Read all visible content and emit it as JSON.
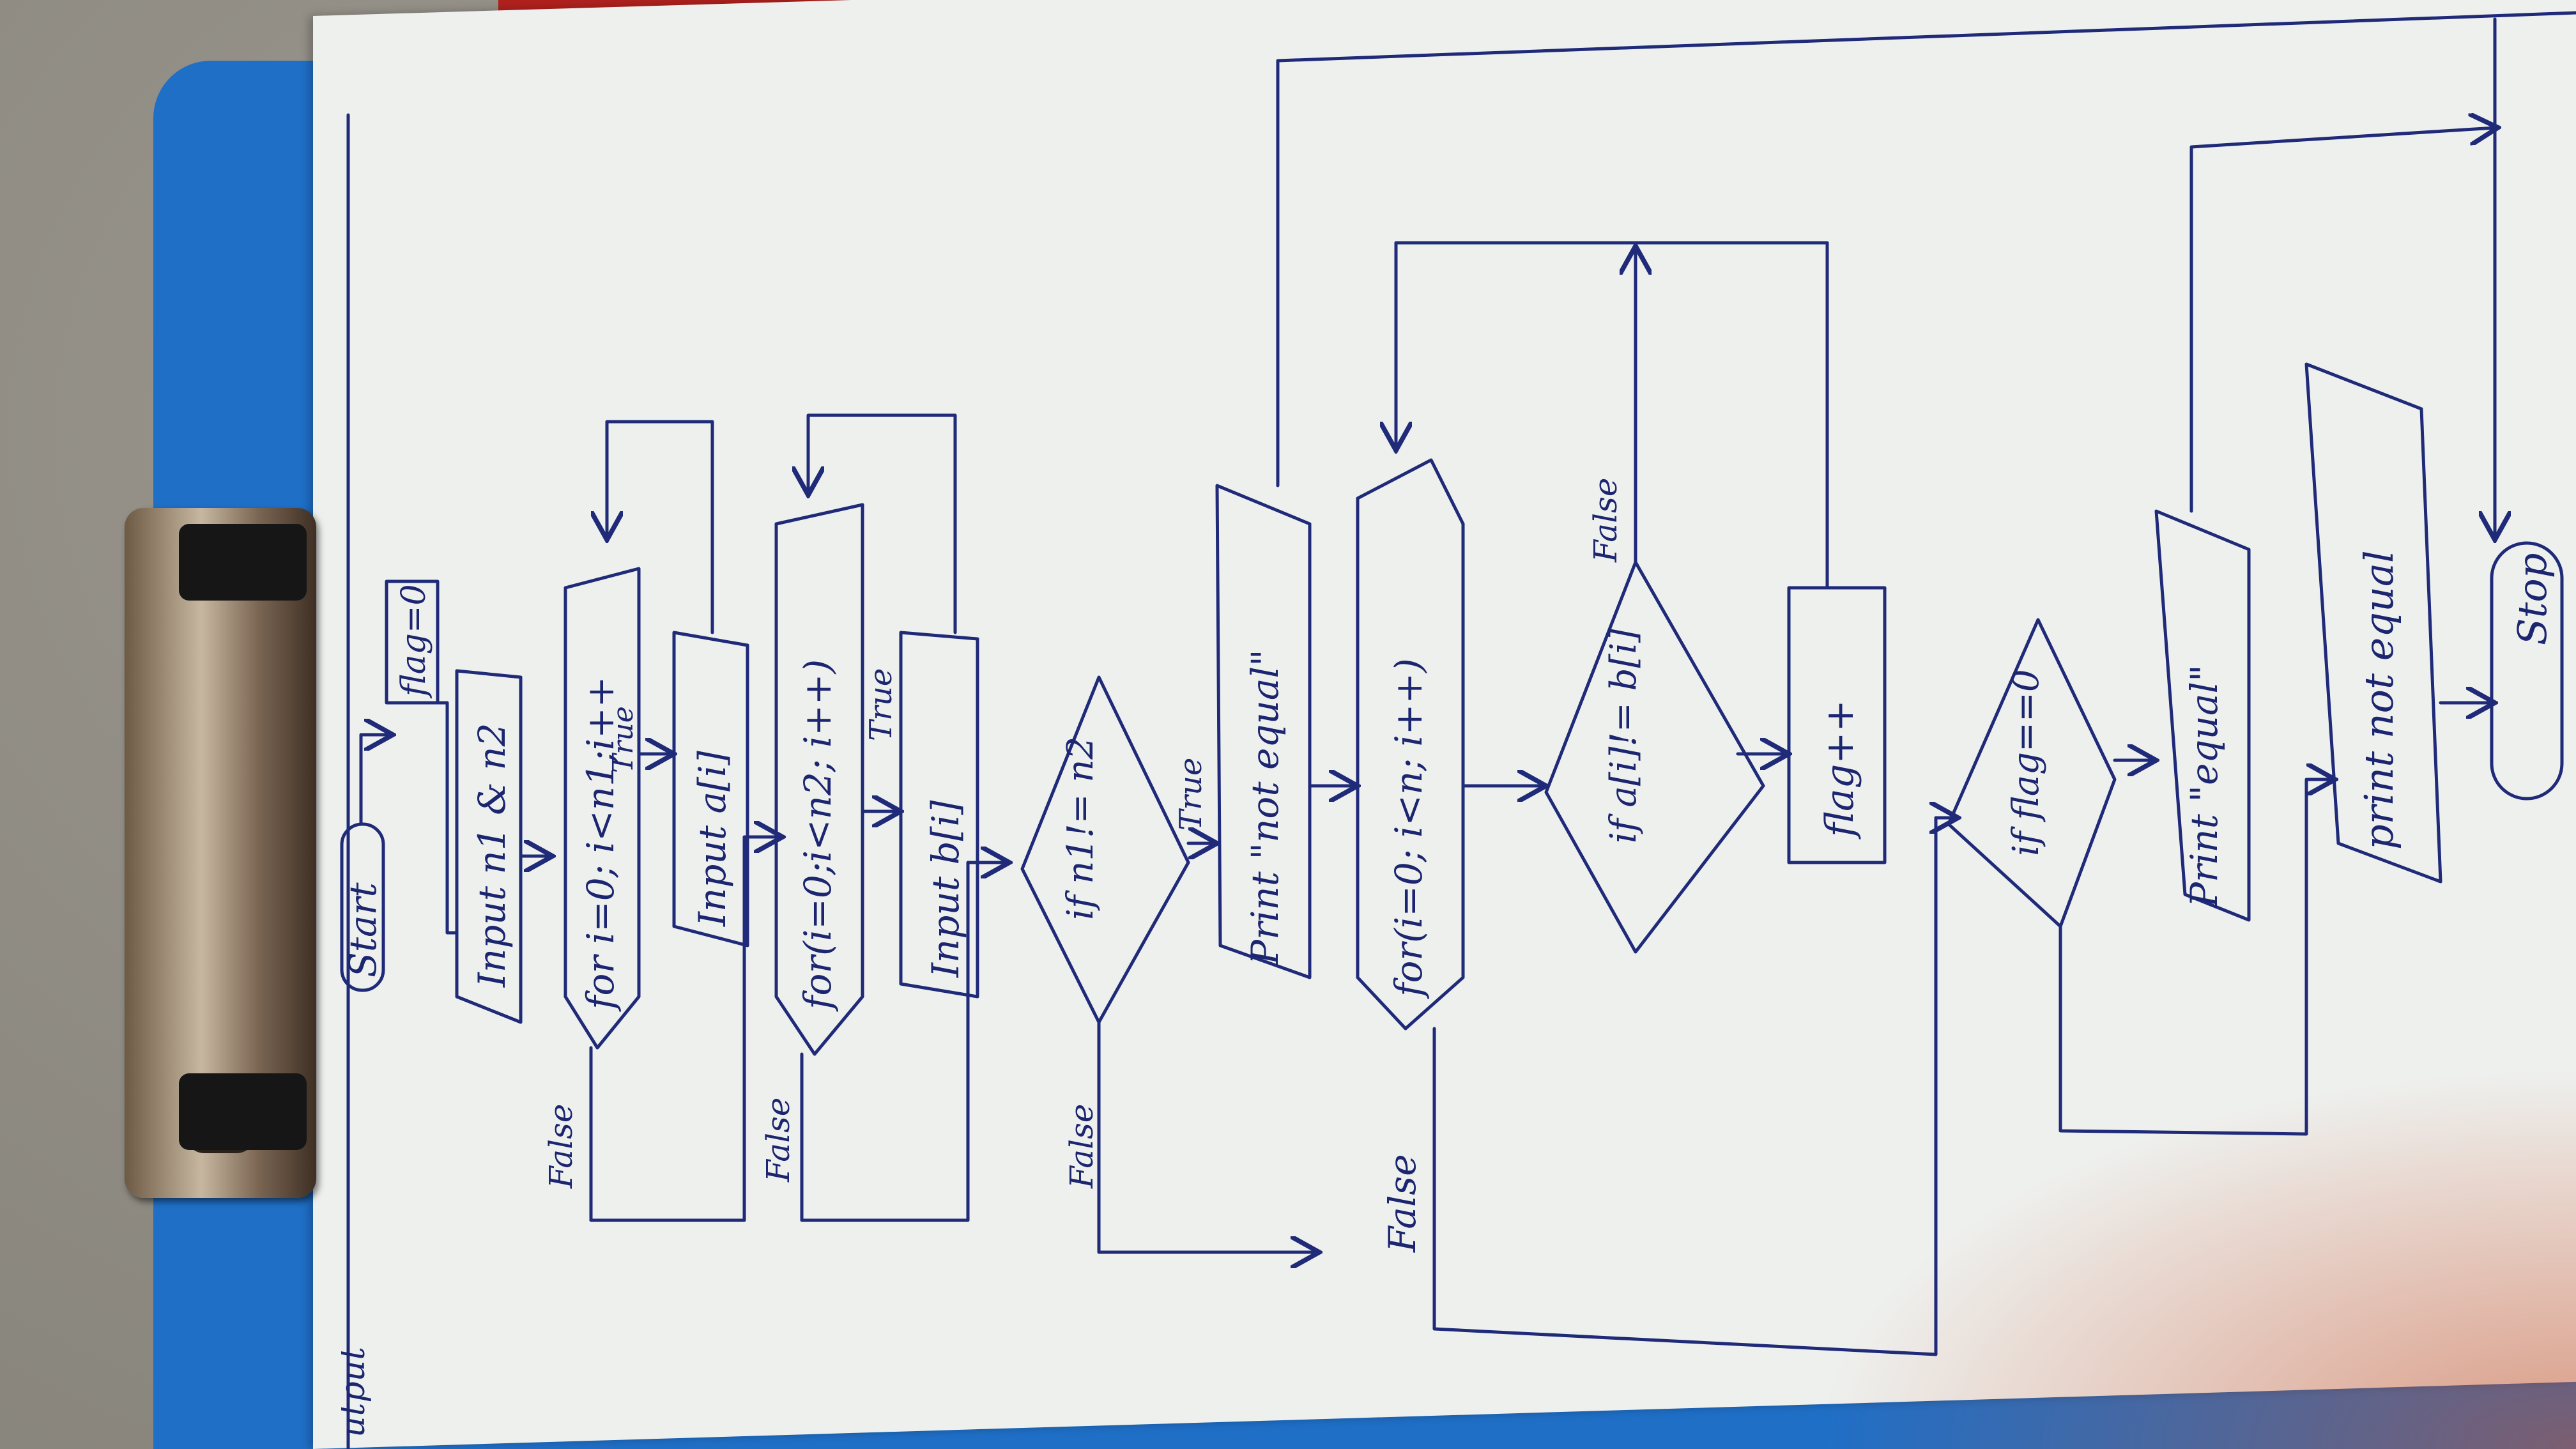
{
  "diagram": {
    "header_fragment": "utput",
    "nodes": {
      "start": "Start",
      "flag_init": "flag=0",
      "input_n": "Input n1 & n2",
      "loop1": "for i=0; i<n1;i++",
      "input_a": "Input a[i]",
      "loop2": "for(i=0;i<n2; i++)",
      "input_b": "Input b[i]",
      "decision_n": "if n1!= n2",
      "print_not_equal_1": "Print \"not equal\"",
      "loop3": "for(i=0; i<n; i++)",
      "decision_a": "if a[i]!= b[i]",
      "flag_inc": "flag++",
      "decision_flag": "if flag==0",
      "print_equal": "Print \"equal\"",
      "print_not_equal_2": "print not equal",
      "stop": "Stop"
    },
    "edge_labels": {
      "loop1_true": "True",
      "loop1_false": "False",
      "loop2_true": "True",
      "loop2_false": "False",
      "decision_n_true": "True",
      "decision_n_false": "False",
      "loop3_false": "False",
      "decision_a_false": "False"
    }
  },
  "colors": {
    "ink": "#1f2a78",
    "paper": "#eef0ee",
    "clipboard": "#1f6fc7"
  }
}
